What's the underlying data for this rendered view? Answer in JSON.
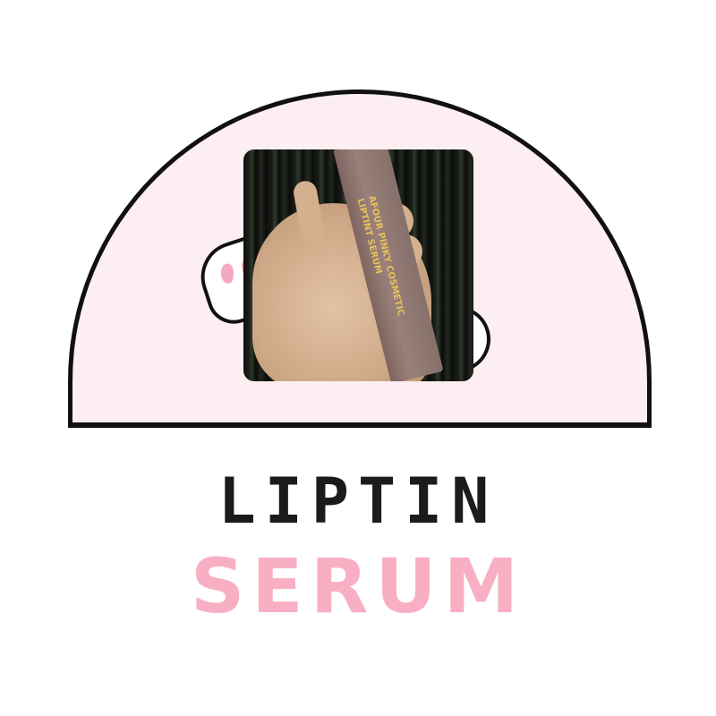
{
  "badge": {
    "fill_color": "#fdeef2",
    "stroke_color": "#111111"
  },
  "photo": {
    "description": "Hand holding lip tint serum tube",
    "product_label_line1": "AFOUR PINKY COSMETIC",
    "product_label_line2": "LIPTINT SERUM"
  },
  "title": {
    "line1": "LIPTIN",
    "line2": "SERUM",
    "line1_color": "#1b1b1b",
    "line2_color": "#f8afc4"
  }
}
